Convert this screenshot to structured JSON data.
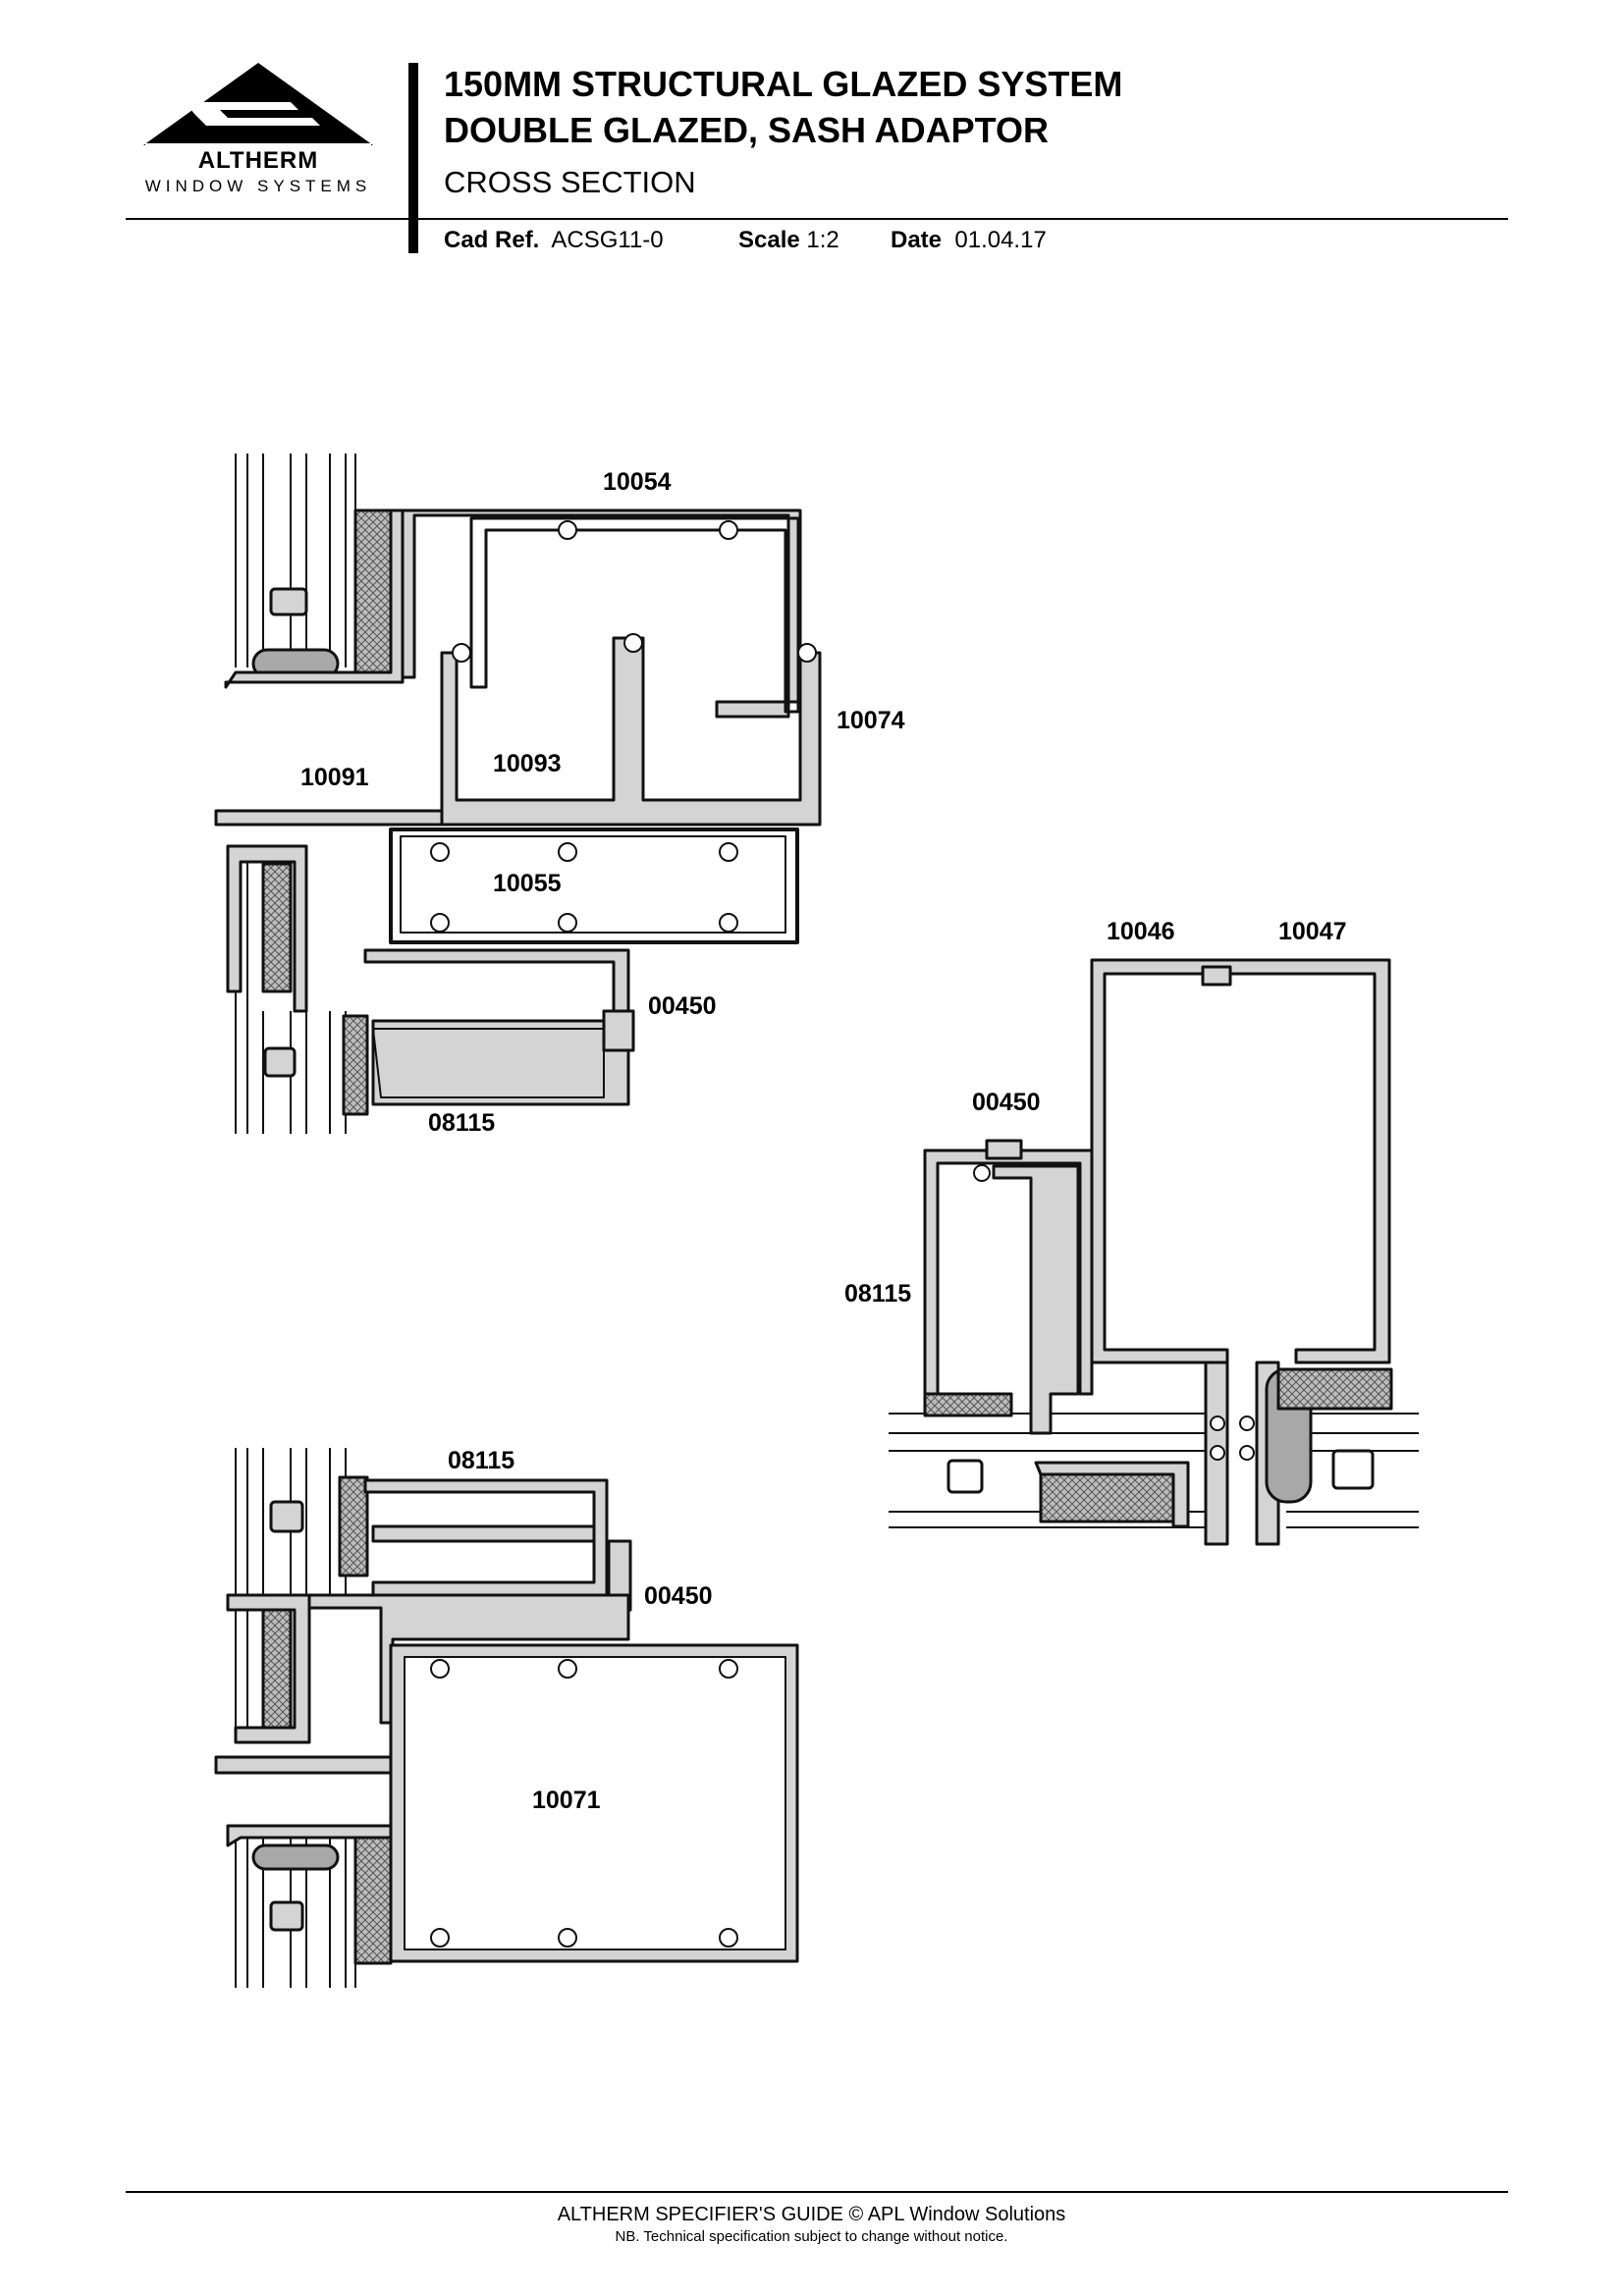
{
  "brand": {
    "name": "ALTHERM",
    "tagline": "WINDOW SYSTEMS",
    "logo_icon": "altherm-triangle-logo-icon"
  },
  "header": {
    "title_line1": "150MM STRUCTURAL GLAZED SYSTEM",
    "title_line2": "DOUBLE GLAZED, SASH ADAPTOR",
    "subtitle": "CROSS SECTION",
    "cad_ref_label": "Cad Ref.",
    "cad_ref_value": "ACSG11-0",
    "scale_label": "Scale",
    "scale_value": "1:2",
    "date_label": "Date",
    "date_value": "01.04.17"
  },
  "labels": {
    "top_10054": "10054",
    "top_10074": "10074",
    "top_10091": "10091",
    "top_10093": "10093",
    "top_10055": "10055",
    "top_00450": "00450",
    "top_08115": "08115",
    "right_10046": "10046",
    "right_10047": "10047",
    "right_00450": "00450",
    "right_08115": "08115",
    "bottom_08115": "08115",
    "bottom_00450": "00450",
    "bottom_10071": "10071"
  },
  "footer": {
    "line1": "ALTHERM SPECIFIER'S GUIDE  © APL Window Solutions",
    "line2": "NB. Technical specification subject to change without notice."
  },
  "colors": {
    "profile_fill": "#d4d4d4",
    "profile_stroke": "#111111",
    "gasket_fill": "#a8a8a8"
  }
}
